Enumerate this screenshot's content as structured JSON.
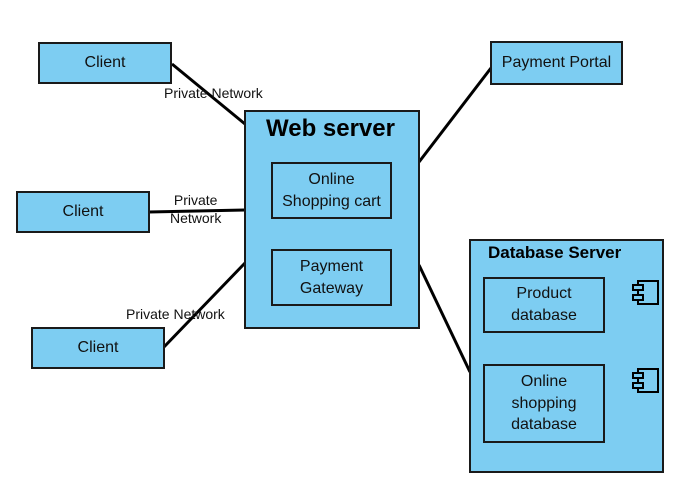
{
  "colors": {
    "fill": "#7dcdf2",
    "border": "#1a1a1a",
    "line": "#000000"
  },
  "clients": [
    {
      "label": "Client"
    },
    {
      "label": "Client"
    },
    {
      "label": "Client"
    }
  ],
  "links": {
    "client1": "Private Network",
    "client2_line1": "Private",
    "client2_line2": "Network",
    "client3": "Private Network"
  },
  "web_server": {
    "title": "Web server",
    "cart_line1": "Online",
    "cart_line2": "Shopping cart",
    "gateway_line1": "Payment",
    "gateway_line2": "Gateway"
  },
  "payment_portal": {
    "label": "Payment Portal"
  },
  "database_server": {
    "title": "Database Server",
    "product_line1": "Product",
    "product_line2": "database",
    "shop_line1": "Online",
    "shop_line2": "shopping",
    "shop_line3": "database",
    "icon": "component-icon"
  }
}
